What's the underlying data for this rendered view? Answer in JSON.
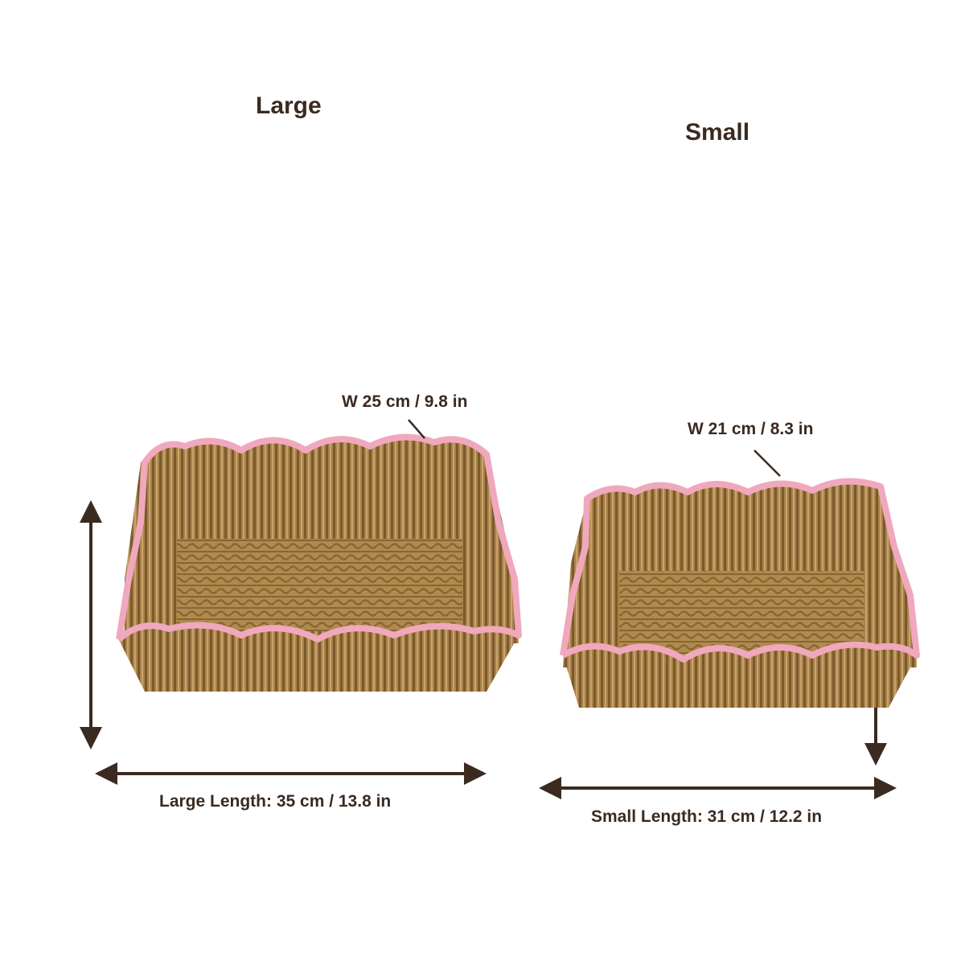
{
  "large": {
    "title": "Large",
    "width_label": "W 25 cm / 9.8 in",
    "length_label": "Large Length: 35 cm / 13.8 in"
  },
  "small": {
    "title": "Small",
    "width_label": "W 21 cm / 8.3 in",
    "length_label": "Small Length: 31 cm / 12.2 in"
  },
  "colors": {
    "text": "#3b2a20",
    "arrow": "#3b2a20",
    "straw": "#b08a4e",
    "straw_dark": "#7a5a2c",
    "rim": "#f0a8bd"
  }
}
